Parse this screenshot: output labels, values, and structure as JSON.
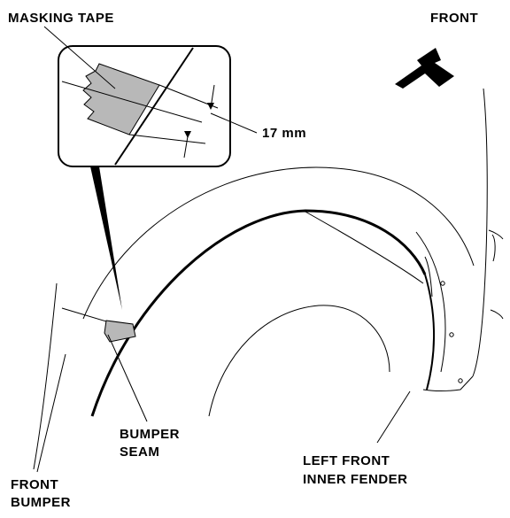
{
  "labels": {
    "masking_tape": "MASKING TAPE",
    "front": "FRONT",
    "dimension": "17 mm",
    "bumper_seam_line1": "BUMPER",
    "bumper_seam_line2": "SEAM",
    "inner_fender_line1": "LEFT FRONT",
    "inner_fender_line2": "INNER FENDER",
    "front_bumper_line1": "FRONT",
    "front_bumper_line2": "BUMPER"
  },
  "icons": {
    "direction_arrow": "front-direction-arrow-icon"
  },
  "colors": {
    "tape_fill": "#b8b8b8",
    "line": "#000000"
  }
}
